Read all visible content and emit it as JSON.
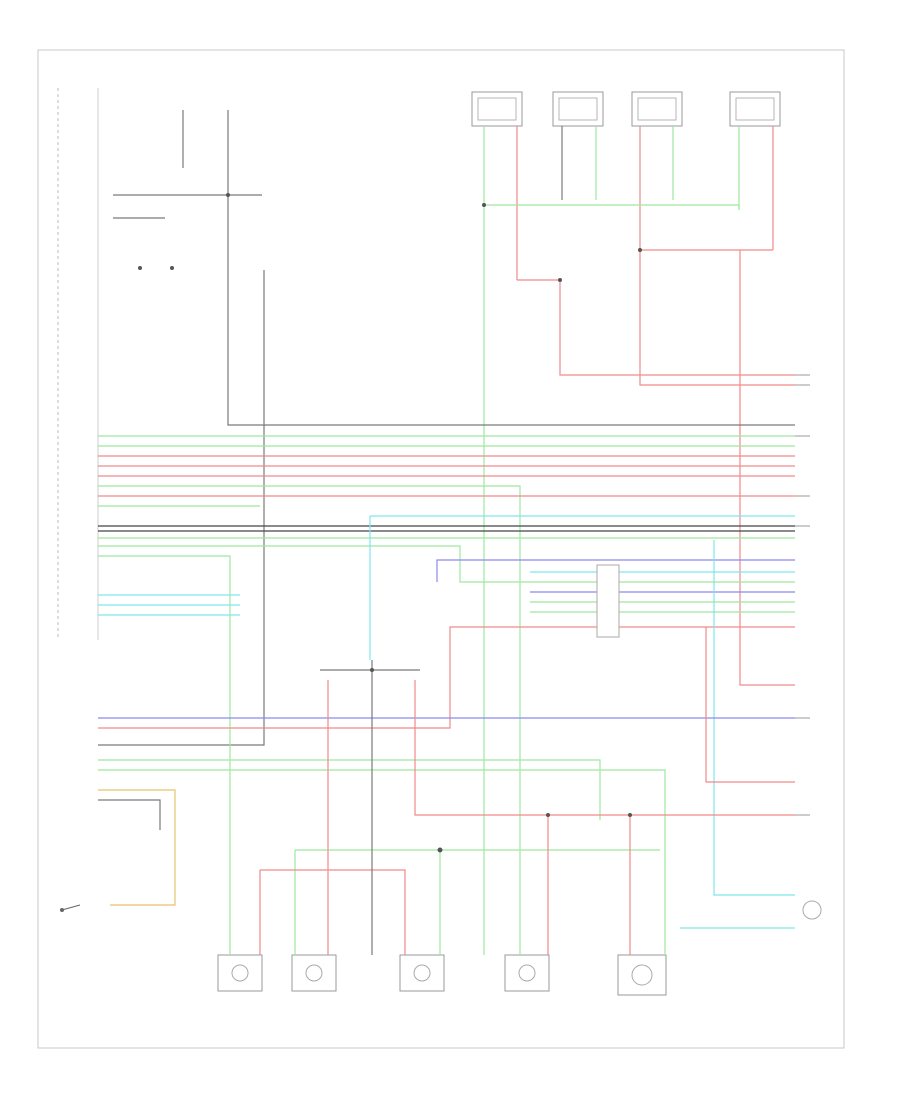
{
  "diagram": {
    "footer_code": "",
    "colors": {
      "green": "#9ee89e",
      "red": "#f08a8a",
      "blue": "#8a8af0",
      "cyan": "#7fe6ec",
      "gray": "#7a7a7a",
      "dark": "#444444",
      "yellow": "#e6c46a"
    },
    "top_components": [
      {
        "id": "lf",
        "label": ""
      },
      {
        "id": "lr",
        "label": ""
      },
      {
        "id": "rr",
        "label": ""
      },
      {
        "id": "rf",
        "label": ""
      }
    ],
    "bottom_components": [
      {
        "id": "b1",
        "label": ""
      },
      {
        "id": "b2",
        "label": ""
      },
      {
        "id": "b3",
        "label": ""
      },
      {
        "id": "b4",
        "label": ""
      },
      {
        "id": "b5",
        "label": ""
      }
    ]
  }
}
